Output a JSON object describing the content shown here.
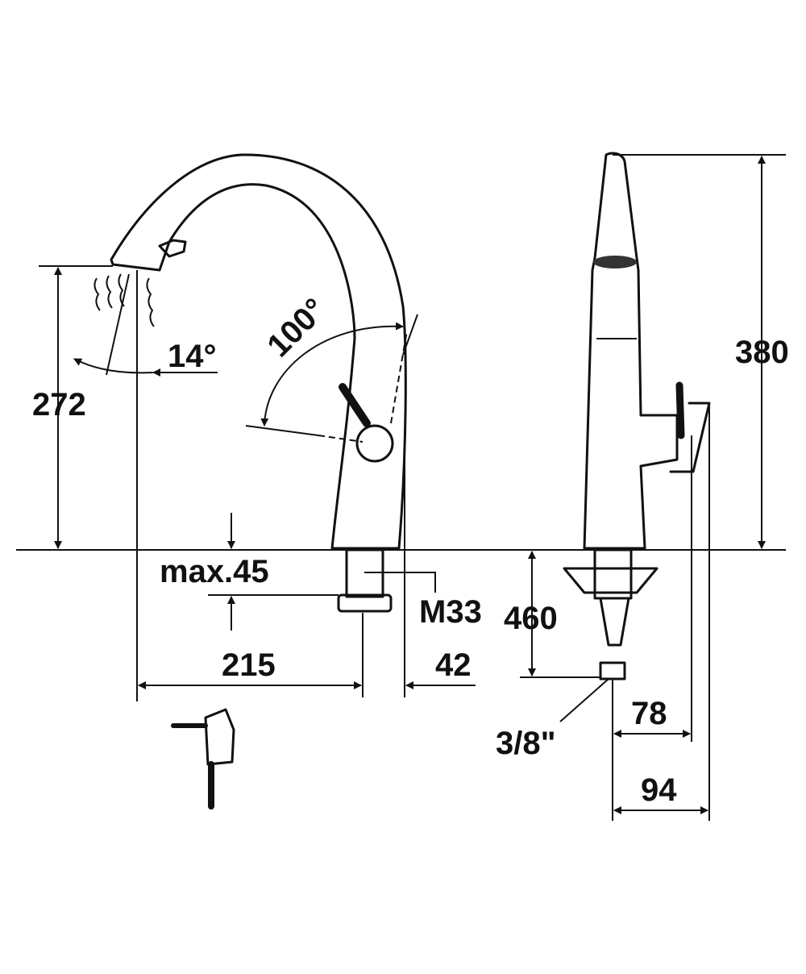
{
  "drawing": {
    "front_view": {
      "height_to_outlet": "272",
      "spray_angle": "14°",
      "lever_rotation": "100°",
      "max_counter_thickness": "max.45",
      "thread": "M33",
      "reach": "215",
      "base_to_body": "42"
    },
    "side_view": {
      "total_height": "380",
      "hose_length": "460",
      "connection": "3/8\"",
      "depth_lever": "78",
      "depth_total": "94"
    }
  }
}
